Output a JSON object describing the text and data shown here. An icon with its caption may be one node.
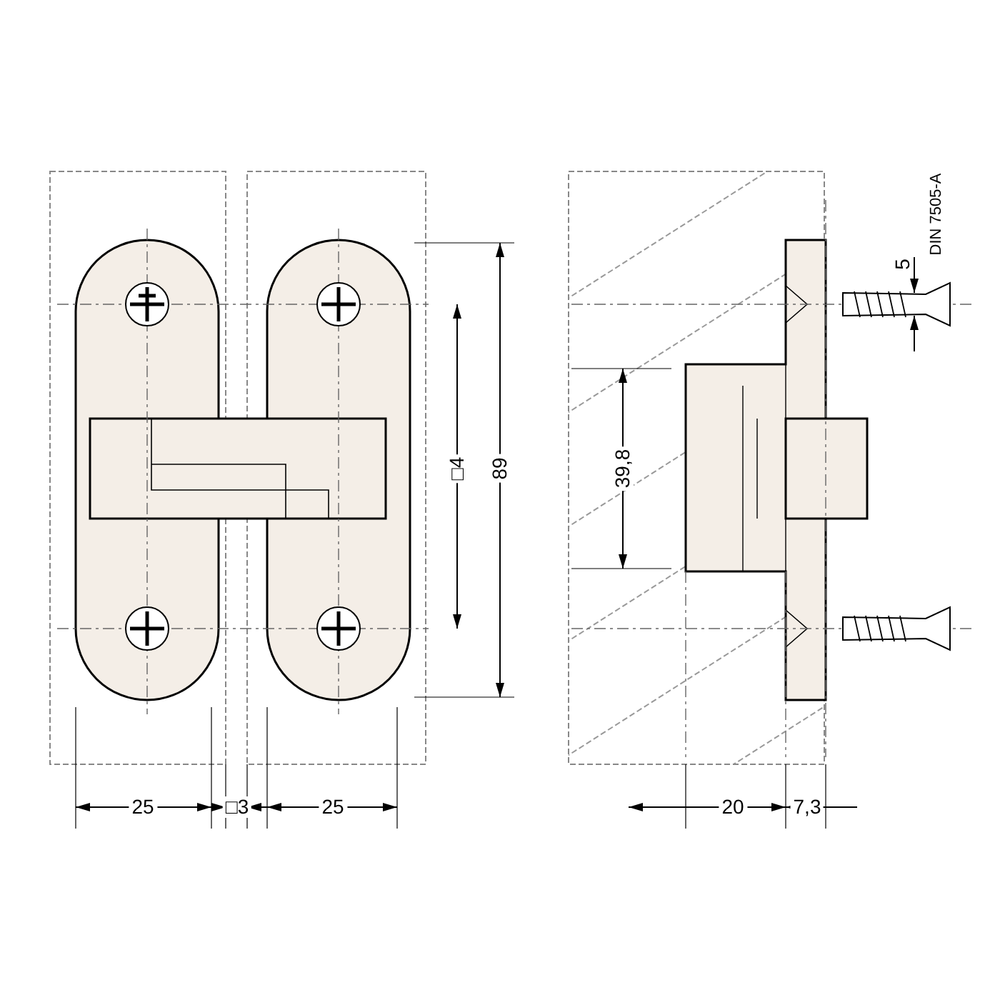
{
  "diagram": {
    "labels": [
      "5",
      "DIN 7505-A",
      "□4",
      "89",
      "39,8",
      "25",
      "□3",
      "25",
      "20",
      "7,3"
    ]
  }
}
